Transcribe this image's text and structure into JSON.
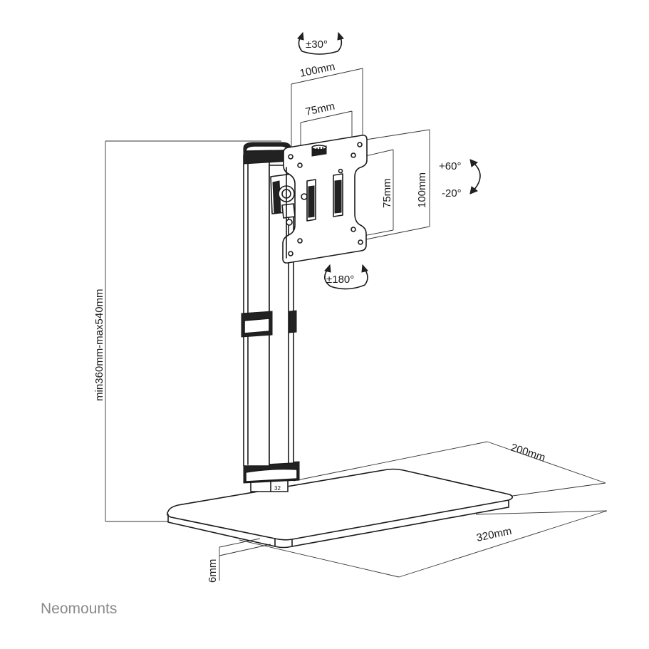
{
  "brand": {
    "logo_text": "Neomounts",
    "logo_color": "#8a8a8a"
  },
  "dimensions": {
    "tilt_horizontal": "±30°",
    "vesa_outer_width": "100mm",
    "vesa_inner_width": "75mm",
    "vesa_inner_height": "75mm",
    "vesa_outer_height": "100mm",
    "tilt_up": "+60°",
    "tilt_down": "-20°",
    "rotation": "±180°",
    "height_range": "min360mm-max540mm",
    "base_depth": "200mm",
    "base_width": "320mm",
    "base_thickness": "6mm"
  },
  "pole_label": "32",
  "colors": {
    "line": "#1a1a1a",
    "background": "#ffffff"
  }
}
